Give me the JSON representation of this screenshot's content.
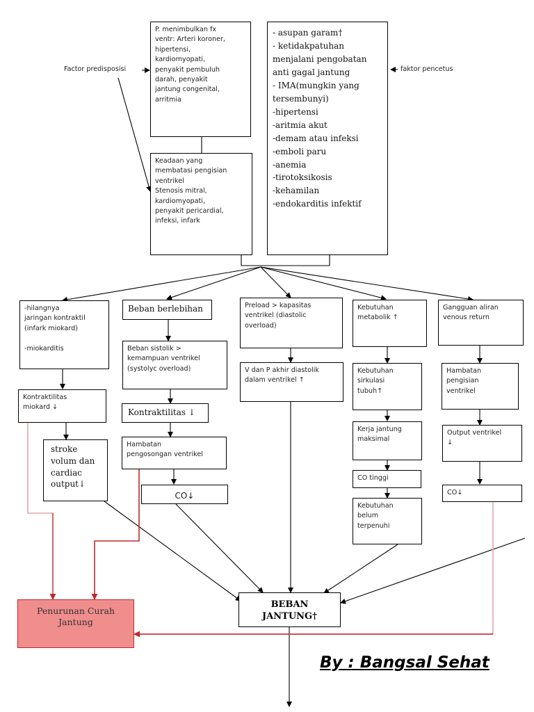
{
  "colors": {
    "stroke": "#000000",
    "red_line": "#c0282d",
    "pink_line": "#e8a6ac",
    "red_box_fill": "#f08d8d"
  },
  "labels": {
    "factor_predisposisi": "Factor predisposisi",
    "faktor_pencetus": "faktor pencetus"
  },
  "boxes": {
    "predisposisi": [
      "P. menimbulkan fx",
      "ventr: Arteri koroner,",
      "hipertensi,",
      "kardiomyopati,",
      "penyakit pembuluh",
      "darah, penyakit",
      "jantung congenital,",
      "arritmia"
    ],
    "pengisian": [
      "Keadaan yang",
      "membatasi pengisian",
      "ventrikel",
      "Stenosis mitral,",
      "kardiomyopati,",
      "penyakit pericardial,",
      "infeksi, infark"
    ],
    "pencetus": [
      "- asupan garam†",
      "- ketidakpatuhan",
      "menjalani pengobatan",
      "anti gagal jantung",
      "- IMA(mungkin yang",
      "tersembunyi)",
      "-hipertensi",
      "-aritmia akut",
      "-demam atau infeksi",
      "-emboli paru",
      "-anemia",
      "-tirotoksikosis",
      "-kehamilan",
      "-endokarditis infektif"
    ],
    "kontraktil": [
      "-hilangnya",
      "jaringan kontraktil",
      "(infark miokard)",
      "",
      "-miokarditis"
    ],
    "beban_berlebihan": "Beban berlebihan",
    "preload": [
      "Preload > kapasitas",
      "ventrikel (diastolic",
      "overload)"
    ],
    "metabolik": [
      "Kebutuhan",
      "metabolik ↑"
    ],
    "venous": [
      "Gangguan aliran",
      "venous return"
    ],
    "kontraktilitas_miokard": [
      "Kontraktilitas",
      "miokard ↓"
    ],
    "sistolik": [
      "Beban sistolik >",
      "kemampuan ventrikel",
      "(systolyc overload)"
    ],
    "v_dan_p": [
      "V dan P akhir diastolik",
      "dalam ventrikel ↑"
    ],
    "sirkulasi": [
      "Kebutuhan",
      "sirkulasi",
      "tubuh↑"
    ],
    "hambatan_pengisian": [
      "Hambatan",
      "pengisian",
      "ventrikel"
    ],
    "kontraktilitas_serif": "Kontraktilitas ↓",
    "stroke": [
      "stroke",
      "volum dan",
      "cardiac",
      "output↓"
    ],
    "kerja_jantung": [
      "Kerja jantung",
      "maksimal"
    ],
    "output_ventrikel": [
      "Output ventrikel",
      "↓"
    ],
    "hambatan_pengosongan": [
      "Hambatan",
      "pengosongan ventrikel"
    ],
    "co_tinggi": "CO tinggi",
    "co_mid": "CO↓",
    "co_right": "CO↓",
    "kebutuhan_belum": [
      "Kebutuhan",
      "belum",
      "terpenuhi"
    ],
    "penurunan": [
      "Penurunan Curah",
      "Jantung"
    ],
    "beban_jantung": [
      "BEBAN",
      "JANTUNG†"
    ]
  },
  "credit": "By : Bangsal Sehat"
}
